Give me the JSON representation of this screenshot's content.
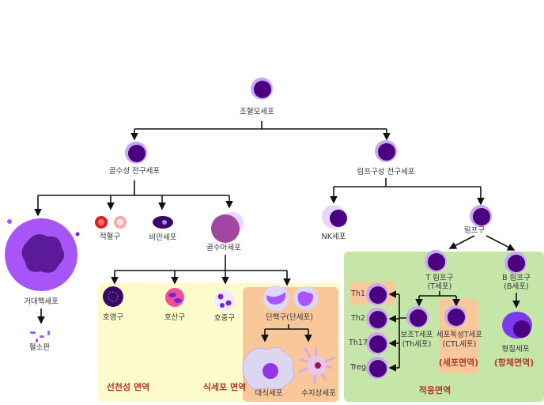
{
  "colors": {
    "innate_box": "#fdfbcc",
    "phagocyte_box": "#f8c89a",
    "adaptive_box": "#c5e6a8",
    "nucleus": "#4b0082",
    "membrane": "#c9a8f0",
    "accent_text": "#b03a2e"
  },
  "cells": {
    "hsc": "조혈모세포",
    "myeloid_progenitor": "골수성 전구세포",
    "lymphoid_progenitor": "림프구성 전구세포",
    "megakaryocyte": "거대핵세포",
    "platelet": "혈소판",
    "rbc": "적혈구",
    "mast": "비만세포",
    "myeloblast": "골수아세포",
    "basophil": "호염구",
    "eosinophil": "호산구",
    "neutrophil": "호중구",
    "monocyte": "단핵구(단세포)",
    "macrophage": "대식세포",
    "dendritic": "수지상세포",
    "nk": "NK세포",
    "lymphocyte": "림프구",
    "t_cell": "T 림프구",
    "t_cell_sub": "(T세포)",
    "b_cell": "B 림프구",
    "b_cell_sub": "(B세포)",
    "helper_t": "보조T세포",
    "helper_t_sub": "(Th세포)",
    "ctl": "세포독성T세포",
    "ctl_sub": "(CTL세포)",
    "plasma": "형질세포",
    "th1": "Th1",
    "th2": "Th2",
    "th17": "Th17",
    "treg": "Treg"
  },
  "regions": {
    "innate": "선천성 면역",
    "phagocyte": "식세포 면역",
    "adaptive": "적응면역",
    "cellular": "(세포면역)",
    "humoral": "(항체면역)"
  }
}
